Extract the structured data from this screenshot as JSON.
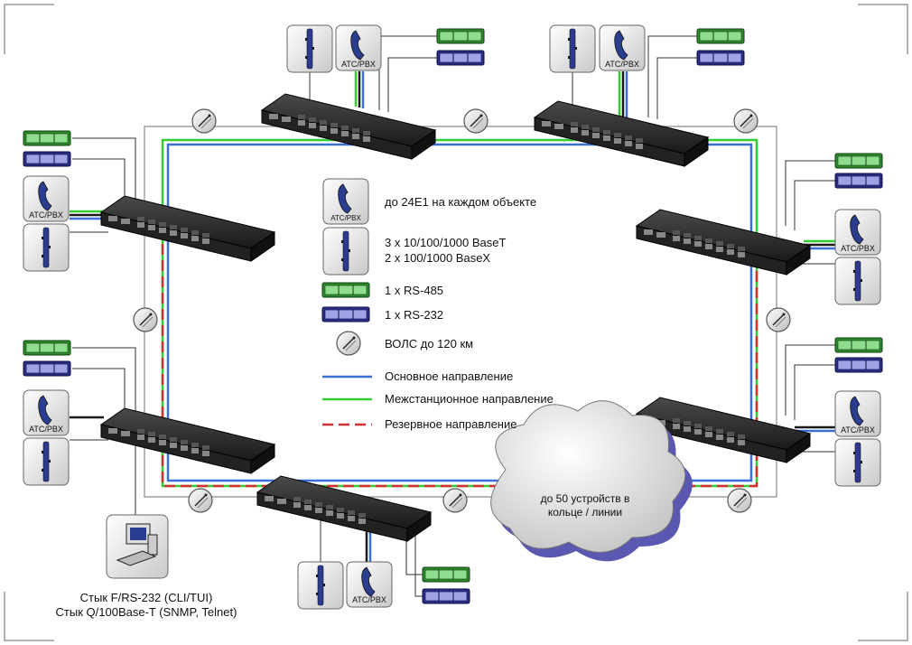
{
  "legend": {
    "pbx": "до  24E1 на каждом объекте",
    "eth_line1": "3 х 10/100/1000 BaseT",
    "eth_line2": "2 х 100/1000 BaseX",
    "rs485": "1 х RS-485",
    "rs232": "1 х RS-232",
    "fiber": "ВОЛС до 120 км",
    "main_dir": "Основное направление",
    "inter_dir": "Межстанционное направление",
    "reserve_dir": "Резервное направление"
  },
  "cloud": {
    "line1": "до 50 устройств в",
    "line2": "кольце / линии"
  },
  "pbx_label": "АТС/PBX",
  "management": {
    "line1": "Стык F/RS-232 (CLI/TUI)",
    "line2": "Стык Q/100Base-T (SNMP, Telnet)"
  },
  "colors": {
    "main": "#3a6fd8",
    "inter": "#33cc33",
    "reserve": "#d43030",
    "rs485": "#2f8a2f",
    "rs232": "#2c2f8a",
    "device": "#1e1e1e",
    "fiber_ring": "#8a8a8a"
  },
  "icons": [
    "phone-icon",
    "ethernet-port-icon",
    "rs485-port-icon",
    "rs232-port-icon",
    "fiber-spool-icon",
    "computer-icon",
    "network-switch"
  ]
}
